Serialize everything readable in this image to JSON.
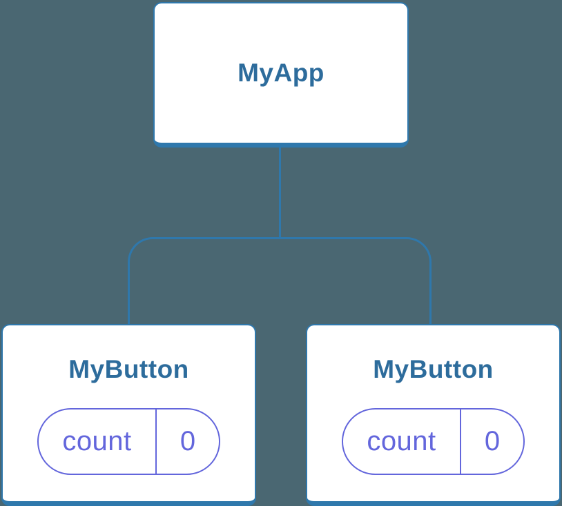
{
  "colors": {
    "background": "#4A6772",
    "line": "#2F78AC",
    "title": "#2D6C9C",
    "indigo": "#6366DC",
    "node_fill": "#FFFFFF"
  },
  "diagram": {
    "type": "component-tree",
    "root": {
      "label": "MyApp"
    },
    "children": [
      {
        "label": "MyButton",
        "state": {
          "key": "count",
          "value": "0"
        }
      },
      {
        "label": "MyButton",
        "state": {
          "key": "count",
          "value": "0"
        }
      }
    ]
  }
}
